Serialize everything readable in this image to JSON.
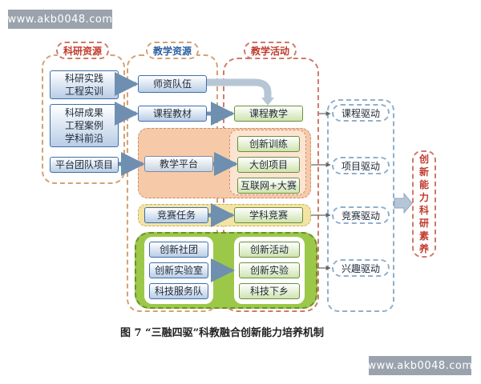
{
  "watermark": "www.akb0048.com",
  "headers": {
    "research": "科研资源",
    "teaching": "教学资源",
    "activity": "教学活动"
  },
  "research_boxes": {
    "practice": [
      "科研实践",
      "工程实训"
    ],
    "results": [
      "科研成果",
      "工程案例",
      "学科前沿"
    ],
    "platform": "平台团队项目"
  },
  "teaching_boxes": {
    "faculty": "师资队伍",
    "materials": "课程教材",
    "platform": "教学平台",
    "competition_tasks": "竞赛任务"
  },
  "activity_boxes": {
    "course_teaching": "课程教学",
    "innovation_training": "创新训练",
    "dachuang_project": "大创项目",
    "internet_plus": "互联网+大赛",
    "subject_competition": "学科竞赛"
  },
  "green_left": [
    "创新社团",
    "创新实验室",
    "科技服务队"
  ],
  "green_right": [
    "创新活动",
    "创新实验",
    "科技下乡"
  ],
  "drivers": [
    "课程驱动",
    "项目驱动",
    "竞赛驱动",
    "兴趣驱动"
  ],
  "outcome": [
    "创",
    "新",
    "能",
    "力",
    "科",
    "研",
    "素",
    "养"
  ],
  "caption": "图 7  “三融四驱”科教融合创新能力培养机制",
  "colors": {
    "tan_dash": "#d4a274",
    "red_dash": "#cf7a6a",
    "blue_box": "#3d6ea8",
    "orange_fill": "#f6c9a8",
    "green_fill": "#8fc43a",
    "research_header": "#c0392b",
    "teaching_header": "#2e5fa0",
    "activity_header": "#c0392b"
  }
}
